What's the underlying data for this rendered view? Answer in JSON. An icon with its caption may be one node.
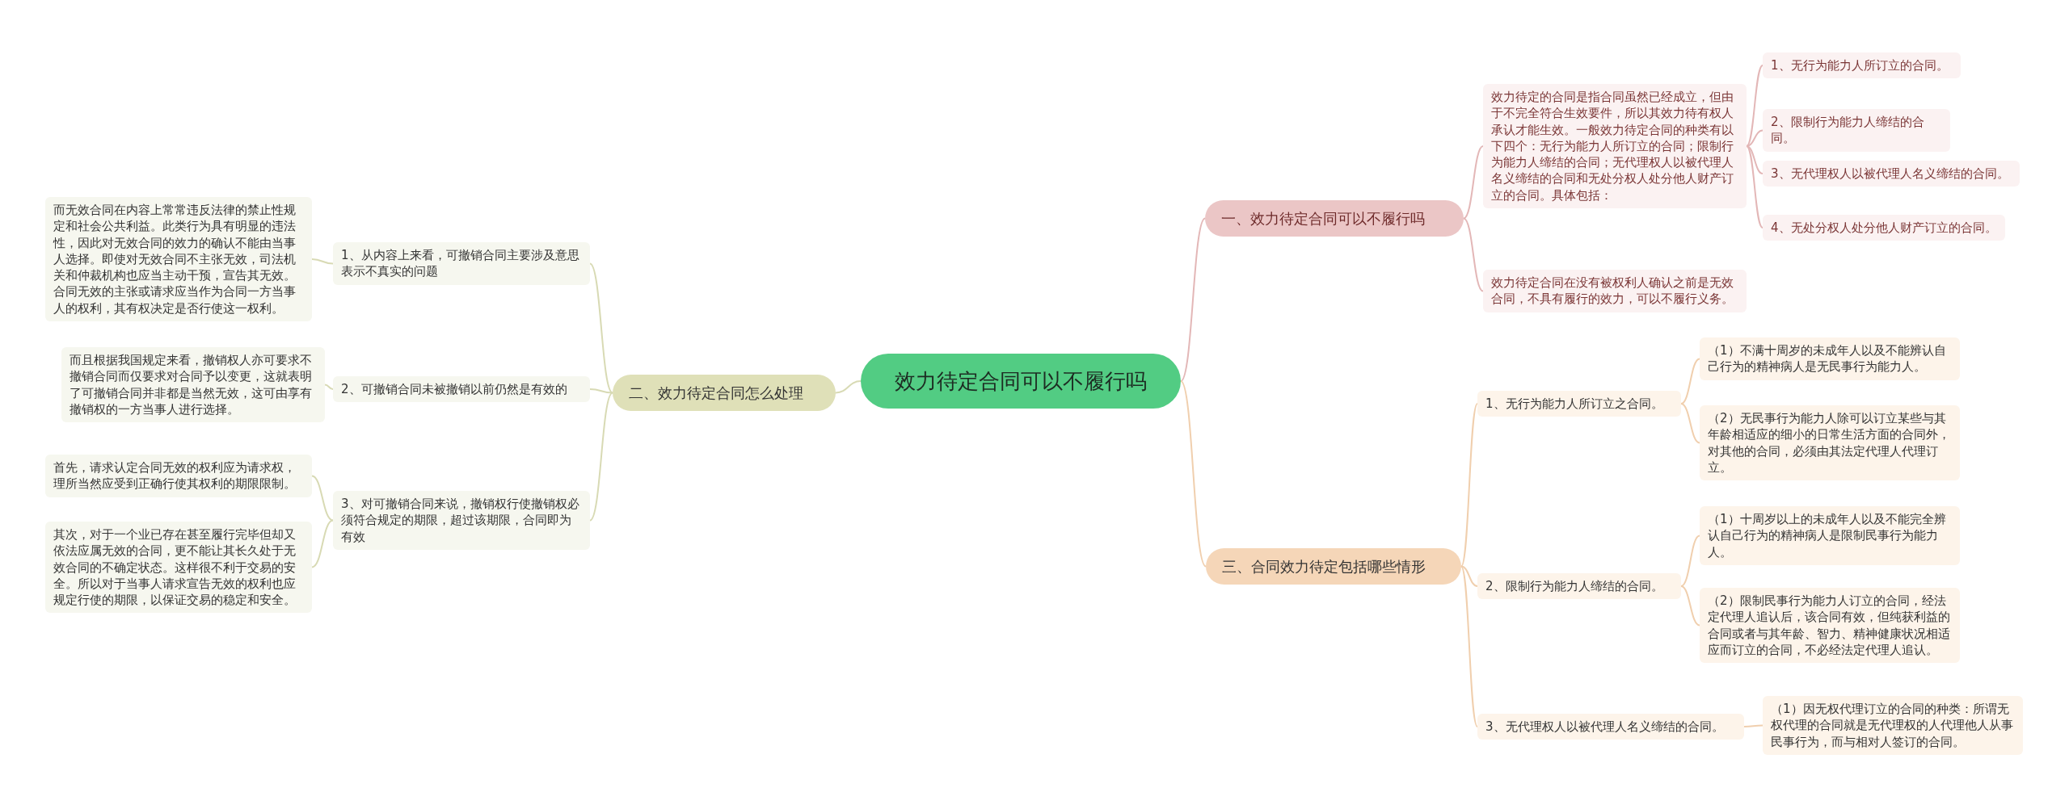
{
  "diagram": {
    "nodes": [
      {
        "text": [
          "效力待定合同可以不履行吗"
        ]
      },
      {
        "text": [
          "一、效力待定合同可以不履行吗"
        ]
      },
      {
        "text": [
          "效力待定的合同是指合同虽然已经成立，但由于不完全符合生效要件，所以其效力待有权人承认才能生效。一般效力待定合同的种类有以下四个：无行为能力人所订立的合同；限制行为能力人缔结的合同；无代理权人以被代理人名义缔结的合同和无处分权人处分他人财产订立的合同。具体包括："
        ]
      },
      {
        "text": [
          "1、无行为能力人所订立的合同。"
        ]
      },
      {
        "text": [
          "2、限制行为能力人缔结的合同。"
        ]
      },
      {
        "text": [
          "3、无代理权人以被代理人名义缔结的合同。"
        ]
      },
      {
        "text": [
          "4、无处分权人处分他人财产订立的合同。"
        ]
      },
      {
        "text": [
          "效力待定合同在没有被权利人确认之前是无效合同，不具有履行的效力，可以不履行义务。"
        ]
      },
      {
        "text": [
          "二、效力待定合同怎么处理"
        ]
      },
      {
        "text": [
          "1、从内容上来看，可撤销合同主要涉及意思表示不真实的问题"
        ]
      },
      {
        "text": [
          "而无效合同在内容上常常违反法律的禁止性规定和社会公共利益。此类行为具有明显的违法性，因此对无效合同的效力的确认不能由当事人选择。即使对无效合同不主张无效，司法机关和仲裁机构也应当主动干预，宣告其无效。合同无效的主张或请求应当作为合同一方当事人的权利，其有权决定是否行使这一权利。"
        ]
      },
      {
        "text": [
          "2、可撤销合同未被撤销以前仍然是有效的"
        ]
      },
      {
        "text": [
          "而且根据我国规定来看，撤销权人亦可要求不撤销合同而仅要求对合同予以变更，这就表明了可撤销合同并非都是当然无效，这可由享有撤销权的一方当事人进行选择。"
        ]
      },
      {
        "text": [
          "3、对可撤销合同来说，撤销权行使撤销权必须符合规定的期限，超过该期限，合同即为有效"
        ]
      },
      {
        "text": [
          "首先，请求认定合同无效的权利应为请求权，理所当然应受到正确行使其权利的期限限制。"
        ]
      },
      {
        "text": [
          "其次，对于一个业已存在甚至履行完毕但却又依法应属无效的合同，更不能让其长久处于无效合同的不确定状态。这样很不利于交易的安全。所以对于当事人请求宣告无效的权利也应规定行使的期限，以保证交易的稳定和安全。"
        ]
      },
      {
        "text": [
          "三、合同效力待定包括哪些情形"
        ]
      },
      {
        "text": [
          "1、无行为能力人所订立之合同。"
        ]
      },
      {
        "text": [
          "（1）不满十周岁的未成年人以及不能辨认自己行为的精神病人是无民事行为能力人。"
        ]
      },
      {
        "text": [
          "（2）无民事行为能力人除可以订立某些与其年龄相适应的细小的日常生活方面的合同外，对其他的合同，必须由其法定代理人代理订立。"
        ]
      },
      {
        "text": [
          "2、限制行为能力人缔结的合同。"
        ]
      },
      {
        "text": [
          "（1）十周岁以上的未成年人以及不能完全辨认自己行为的精神病人是限制民事行为能力人。"
        ]
      },
      {
        "text": [
          "（2）限制民事行为能力人订立的合同，经法定代理人追认后，该合同有效，但纯获利益的合同或者与其年龄、智力、精神健康状况相适应而订立的合同，不必经法定代理人追认。"
        ]
      },
      {
        "text": [
          "3、无代理权人以被代理人名义缔结的合同。"
        ]
      },
      {
        "text": [
          "（1）因无权代理订立的合同的种类：所谓无权代理的合同就是无代理权的人代理他人从事民事行为，而与相对人签订的合同。"
        ]
      }
    ],
    "edges": [
      {
        "from": 0,
        "to": 1,
        "arrow": "none",
        "color": "#e3b7b7"
      },
      {
        "from": 0,
        "to": 8,
        "arrow": "none",
        "color": "#d8dab4"
      },
      {
        "from": 0,
        "to": 16,
        "arrow": "none",
        "color": "#f0cfae"
      },
      {
        "from": 1,
        "to": 2,
        "arrow": "none",
        "color": "#e3b7b7"
      },
      {
        "from": 1,
        "to": 7,
        "arrow": "none",
        "color": "#e3b7b7"
      },
      {
        "from": 2,
        "to": 3,
        "arrow": "none",
        "color": "#e3b7b7"
      },
      {
        "from": 2,
        "to": 4,
        "arrow": "none",
        "color": "#e3b7b7"
      },
      {
        "from": 2,
        "to": 5,
        "arrow": "none",
        "color": "#e3b7b7"
      },
      {
        "from": 2,
        "to": 6,
        "arrow": "none",
        "color": "#e3b7b7"
      },
      {
        "from": 8,
        "to": 9,
        "arrow": "none",
        "color": "#d8dab4"
      },
      {
        "from": 8,
        "to": 11,
        "arrow": "none",
        "color": "#d8dab4"
      },
      {
        "from": 8,
        "to": 13,
        "arrow": "none",
        "color": "#d8dab4"
      },
      {
        "from": 9,
        "to": 10,
        "arrow": "none",
        "color": "#d8dab4"
      },
      {
        "from": 11,
        "to": 12,
        "arrow": "none",
        "color": "#d8dab4"
      },
      {
        "from": 13,
        "to": 14,
        "arrow": "none",
        "color": "#d8dab4"
      },
      {
        "from": 13,
        "to": 15,
        "arrow": "none",
        "color": "#d8dab4"
      },
      {
        "from": 16,
        "to": 17,
        "arrow": "none",
        "color": "#f0cfae"
      },
      {
        "from": 16,
        "to": 20,
        "arrow": "none",
        "color": "#f0cfae"
      },
      {
        "from": 16,
        "to": 23,
        "arrow": "none",
        "color": "#f0cfae"
      },
      {
        "from": 17,
        "to": 18,
        "arrow": "none",
        "color": "#f0cfae"
      },
      {
        "from": 17,
        "to": 19,
        "arrow": "none",
        "color": "#f0cfae"
      },
      {
        "from": 20,
        "to": 21,
        "arrow": "none",
        "color": "#f0cfae"
      },
      {
        "from": 20,
        "to": 22,
        "arrow": "none",
        "color": "#f0cfae"
      },
      {
        "from": 23,
        "to": 24,
        "arrow": "none",
        "color": "#f0cfae"
      }
    ]
  }
}
